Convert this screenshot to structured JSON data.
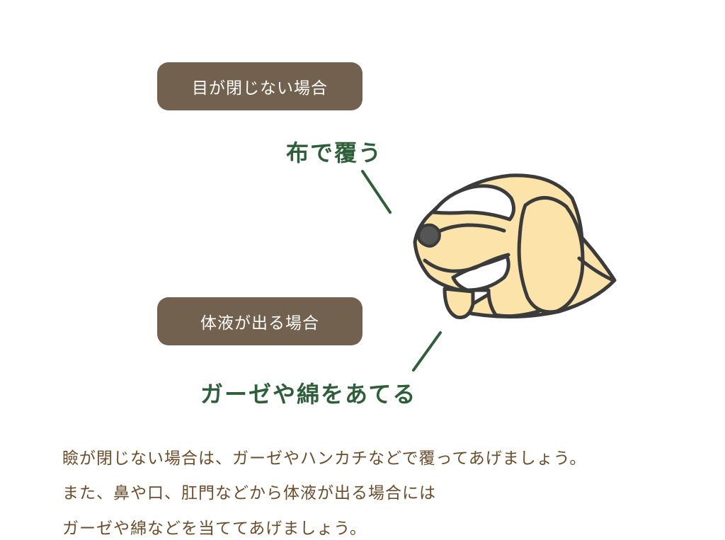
{
  "labels": {
    "eyes_case": "目が閉じない場合",
    "fluid_case": "体液が出る場合"
  },
  "callouts": {
    "cover_with_cloth": "布で覆う",
    "apply_gauze": "ガーゼや綿をあてる"
  },
  "description": [
    "瞼が閉じない場合は、ガーゼやハンカチなどで覆ってあげましょう。",
    "また、鼻や口、肛門などから体液が出る場合には",
    "ガーゼや綿などを当ててあげましょう。"
  ],
  "colors": {
    "pill_bg": "#72614f",
    "callout_green": "#2f5e3a",
    "description_brown": "#6b4d2c",
    "dog_fur": "#fbe3a9",
    "outline": "#3b3b3b",
    "gauze_white": "#ffffff"
  },
  "icons": {
    "illustration": "dog-head-icon"
  }
}
